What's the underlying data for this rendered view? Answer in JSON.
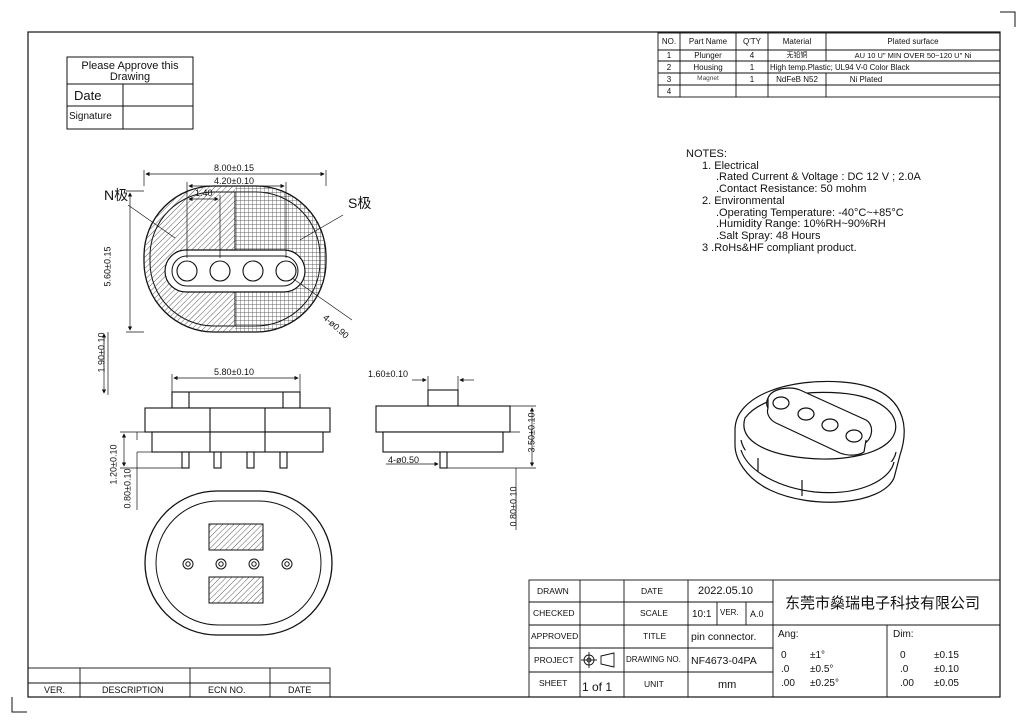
{
  "approval": {
    "title": "Please Approve this Drawing",
    "date_label": "Date",
    "signature_label": "Signature"
  },
  "bom": {
    "headers": [
      "NO.",
      "Part Name",
      "Q'TY",
      "Material",
      "Plated surface"
    ],
    "rows": [
      {
        "no": "1",
        "name": "Plunger",
        "qty": "4",
        "material": "无铅铜",
        "plated": "AU 10 U\" MIN OVER 50~120 U\" Ni"
      },
      {
        "no": "2",
        "name": "Housing",
        "qty": "1",
        "material": "High temp.Plastic; UL94 V-0 Color Black",
        "plated": ""
      },
      {
        "no": "3",
        "name": "Magnet",
        "qty": "1",
        "material": "NdFeB N52",
        "plated": "Ni Plated"
      },
      {
        "no": "4",
        "name": "",
        "qty": "",
        "material": "",
        "plated": ""
      }
    ]
  },
  "notes": {
    "heading": "NOTES:",
    "lines": [
      "1.  Electrical",
      ".Rated Current & Voltage : DC 12 V ; 2.0A",
      ".Contact Resistance: 50 mohm",
      "2.  Environmental",
      ".Operating Temperature: -40°C~+85°C",
      ".Humidity Range: 10%RH~90%RH",
      ".Salt Spray: 48 Hours",
      "3  .RoHs&HF compliant product."
    ]
  },
  "labels": {
    "n_pole": "N极",
    "s_pole": "S极"
  },
  "dims": {
    "overall_width": "8.00±0.15",
    "pin_span": "4.20±0.10",
    "pin_pitch": "1.40",
    "height": "5.60±0.15",
    "hole": "4-ø0.90",
    "top_height": "1.90±0.10",
    "side_width": "5.80±0.10",
    "pin_height": "1.20±0.10",
    "base_thk": "0.80±0.10",
    "end_width": "1.60±0.10",
    "total_height": "3.50±0.10",
    "pin_dia": "4-ø0.50",
    "end_base": "0.80±0.10"
  },
  "title_block": {
    "drawn_label": "DRAWN",
    "checked_label": "CHECKED",
    "approved_label": "APPROVED",
    "project_label": "PROJECT",
    "sheet_label": "SHEET",
    "sheet_value": "1 of 1",
    "date_label": "DATE",
    "date_value": "2022.05.10",
    "scale_label": "SCALE",
    "scale_value": "10:1",
    "ver_label": "VER.",
    "ver_value": "A.0",
    "title_label": "TITLE",
    "title_value": "pin connector.",
    "drawing_no_label": "DRAWING NO.",
    "drawing_no_value": "NF4673-04PA",
    "unit_label": "UNIT",
    "unit_value": "mm",
    "company": "东莞市燊瑞电子科技有限公司",
    "ang_label": "Ang:",
    "dim_label": "Dim:",
    "ang_rows": [
      [
        "0",
        "±1°"
      ],
      [
        ".0",
        "±0.5°"
      ],
      [
        ".00",
        "±0.25°"
      ]
    ],
    "dim_rows": [
      [
        "0",
        "±0.15"
      ],
      [
        ".0",
        "±0.10"
      ],
      [
        ".00",
        "±0.05"
      ]
    ]
  },
  "revision": {
    "headers": [
      "VER.",
      "DESCRIPTION",
      "ECN NO.",
      "DATE"
    ]
  }
}
